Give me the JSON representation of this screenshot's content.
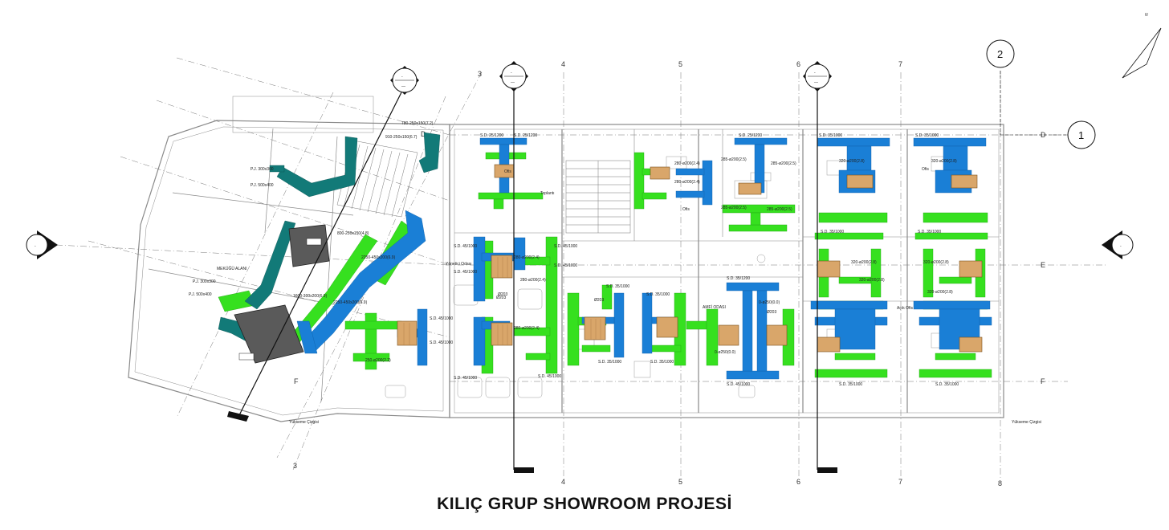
{
  "title": "KILIÇ GRUP SHOWROOM PROJESİ",
  "colors": {
    "supply_duct": "#1a7fd6",
    "return_duct": "#36e01f",
    "exhaust_duct": "#127a78",
    "fan_coil": "#d9a66a",
    "walls": "#8a8a8a",
    "equipment": "#555555"
  },
  "north_arrow": {
    "label": "N",
    "icon": "north-arrow-icon"
  },
  "grid": {
    "columns": [
      "3",
      "4",
      "5",
      "6",
      "7",
      "8"
    ],
    "rows": [
      "D",
      "E",
      "F"
    ],
    "bubbles": [
      "1",
      "2"
    ]
  },
  "room_labels": [
    "S.D. 45/1000",
    "S.D. 35/1000",
    "S.D. 25/1200",
    "S.D. 35/1200",
    "Ø203",
    "320-ø200(2.8)",
    "280-ø200(2.4)",
    "285-ø200(2.5)",
    "250-ø200(2.2)",
    "0-ø250(0.0)",
    "2250-450x200(6.9)",
    "1600-300x200(6.9)",
    "800-250x150(4.8)",
    "780-250x150(7.2)",
    "910-250x150(6.7)",
    "P.J. 300x300",
    "P.J. 500x400",
    "Yönetici Odası",
    "Açık Ofis",
    "Ofis",
    "Toplantı",
    "AMFİ ODASI",
    "MEKÜĞÜ ALANI",
    "Yükseme Çizgisi"
  ]
}
